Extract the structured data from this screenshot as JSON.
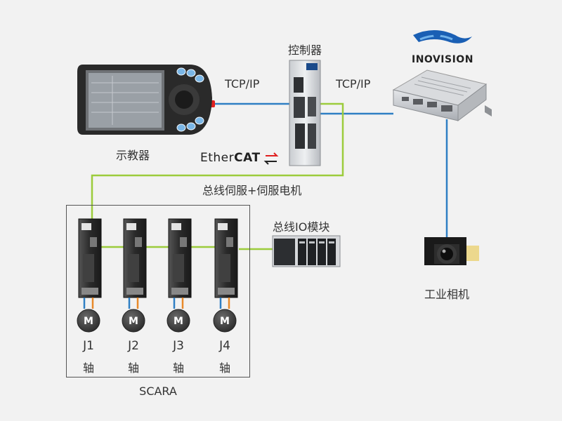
{
  "labels": {
    "controller": "控制器",
    "pendant": "示教器",
    "tcp_left": "TCP/IP",
    "tcp_right": "TCP/IP",
    "ethercat_prefix": "Ether",
    "ethercat_suffix": "CAT",
    "bus_servo": "总线伺服+伺服电机",
    "bus_io": "总线IO模块",
    "camera": "工业相机",
    "brand": "INOVISION",
    "scara": "SCARA"
  },
  "motor_letter": "M",
  "axis_unit": "轴",
  "axes": [
    {
      "id": "J1"
    },
    {
      "id": "J2"
    },
    {
      "id": "J3"
    },
    {
      "id": "J4"
    }
  ],
  "colors": {
    "ethercat_line": "#9ccc3c",
    "tcp_line": "#2f7fc4",
    "orange_cable": "#e88a2a",
    "red_connector": "#e02020",
    "brand_blue": "#1a5fb4"
  }
}
